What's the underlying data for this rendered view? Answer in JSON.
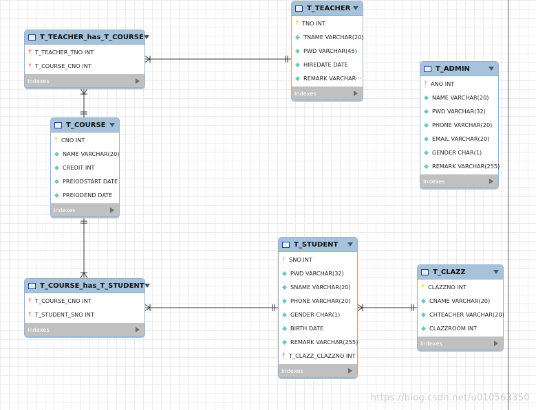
{
  "entities": [
    {
      "id": "t-teacher-has-t-course",
      "title": "T_TEACHER_has_T_COURSE",
      "columns": [
        {
          "type": "fk",
          "text": "T_TEACHER_TNO INT"
        },
        {
          "type": "fk",
          "text": "T_COURSE_CNO INT"
        }
      ],
      "indexes_label": "Indexes"
    },
    {
      "id": "t-teacher",
      "title": "T_TEACHER",
      "columns": [
        {
          "type": "pk",
          "text": "TNO INT"
        },
        {
          "type": "col",
          "text": "TNAME VARCHAR(20)"
        },
        {
          "type": "col",
          "text": "PWD VARCHAR(45)"
        },
        {
          "type": "col",
          "text": "HIREDATE DATE"
        },
        {
          "type": "col",
          "text": "REMARK VARCHAR···"
        }
      ],
      "indexes_label": "Indexes"
    },
    {
      "id": "t-admin",
      "title": "T_ADMIN",
      "columns": [
        {
          "type": "pk",
          "text": "ANO INT"
        },
        {
          "type": "col",
          "text": "NAME VARCHAR(20)"
        },
        {
          "type": "col",
          "text": "PWD VARCHAR(32)"
        },
        {
          "type": "col",
          "text": "PHONE VARCHAR(20)"
        },
        {
          "type": "col",
          "text": "EMAIL VARCHAR(20)"
        },
        {
          "type": "col",
          "text": "GENDER CHAR(1)"
        },
        {
          "type": "col",
          "text": "REMARK VARCHAR(255)"
        }
      ],
      "indexes_label": "Indexes"
    },
    {
      "id": "t-course",
      "title": "T_COURSE",
      "columns": [
        {
          "type": "pk",
          "text": "CNO INT"
        },
        {
          "type": "col",
          "text": "NAME VARCHAR(20)"
        },
        {
          "type": "col",
          "text": "CREDIT INT"
        },
        {
          "type": "col",
          "text": "PREIODSTART DATE"
        },
        {
          "type": "col",
          "text": "PREIODEND DATE"
        }
      ],
      "indexes_label": "Indexes"
    },
    {
      "id": "t-student",
      "title": "T_STUDENT",
      "columns": [
        {
          "type": "pk",
          "text": "SNO INT"
        },
        {
          "type": "col",
          "text": "PWD VARCHAR(32)"
        },
        {
          "type": "col",
          "text": "SNAME VARCHAR(20)"
        },
        {
          "type": "col",
          "text": "PHONE VARCHAR(20)"
        },
        {
          "type": "col",
          "text": "GENDER CHAR(1)"
        },
        {
          "type": "col",
          "text": "BIRTH DATE"
        },
        {
          "type": "col",
          "text": "REMARK VARCHAR(255)"
        },
        {
          "type": "fk",
          "text": "T_CLAZZ_CLAZZNO INT"
        }
      ],
      "indexes_label": "Indexes"
    },
    {
      "id": "t-course-has-t-student",
      "title": "T_COURSE_has_T_STUDENT",
      "columns": [
        {
          "type": "fk",
          "text": "T_COURSE_CNO INT"
        },
        {
          "type": "fk",
          "text": "T_STUDENT_SNO INT"
        }
      ],
      "indexes_label": "Indexes"
    },
    {
      "id": "t-clazz",
      "title": "T_CLAZZ",
      "columns": [
        {
          "type": "pk",
          "text": "CLAZZNO INT"
        },
        {
          "type": "col",
          "text": "CNAME VARCHAR(20)"
        },
        {
          "type": "col",
          "text": "CHTEACHER VARCHAR(20)"
        },
        {
          "type": "col",
          "text": "CLAZZROOM INT"
        }
      ],
      "indexes_label": "Indexes"
    }
  ],
  "relationships": [
    {
      "from": "t-teacher-has-t-course",
      "to": "t-teacher",
      "from_end": "many",
      "to_end": "one"
    },
    {
      "from": "t-teacher-has-t-course",
      "to": "t-course",
      "from_end": "many",
      "to_end": "one"
    },
    {
      "from": "t-course-has-t-student",
      "to": "t-course",
      "from_end": "many",
      "to_end": "one"
    },
    {
      "from": "t-course-has-t-student",
      "to": "t-student",
      "from_end": "many",
      "to_end": "one"
    },
    {
      "from": "t-student",
      "to": "t-clazz",
      "from_end": "many",
      "to_end": "one"
    }
  ],
  "colors": {
    "header": "#a7c3dc",
    "border": "#9ab2c8",
    "indexes_bar": "#c0c0c0",
    "connector": "#333333",
    "pk_icon": "#e2b317",
    "fk_icon": "#d1453b",
    "column_icon": "#6fc7c2"
  },
  "icons": {
    "table": "table-icon",
    "primary_key": "key-icon",
    "foreign_key": "foreign-key-icon",
    "column": "diamond-icon",
    "collapse": "chevron-down-icon",
    "expand_indexes": "play-icon"
  },
  "watermark": "https://blog.csdn.net/u010563350"
}
